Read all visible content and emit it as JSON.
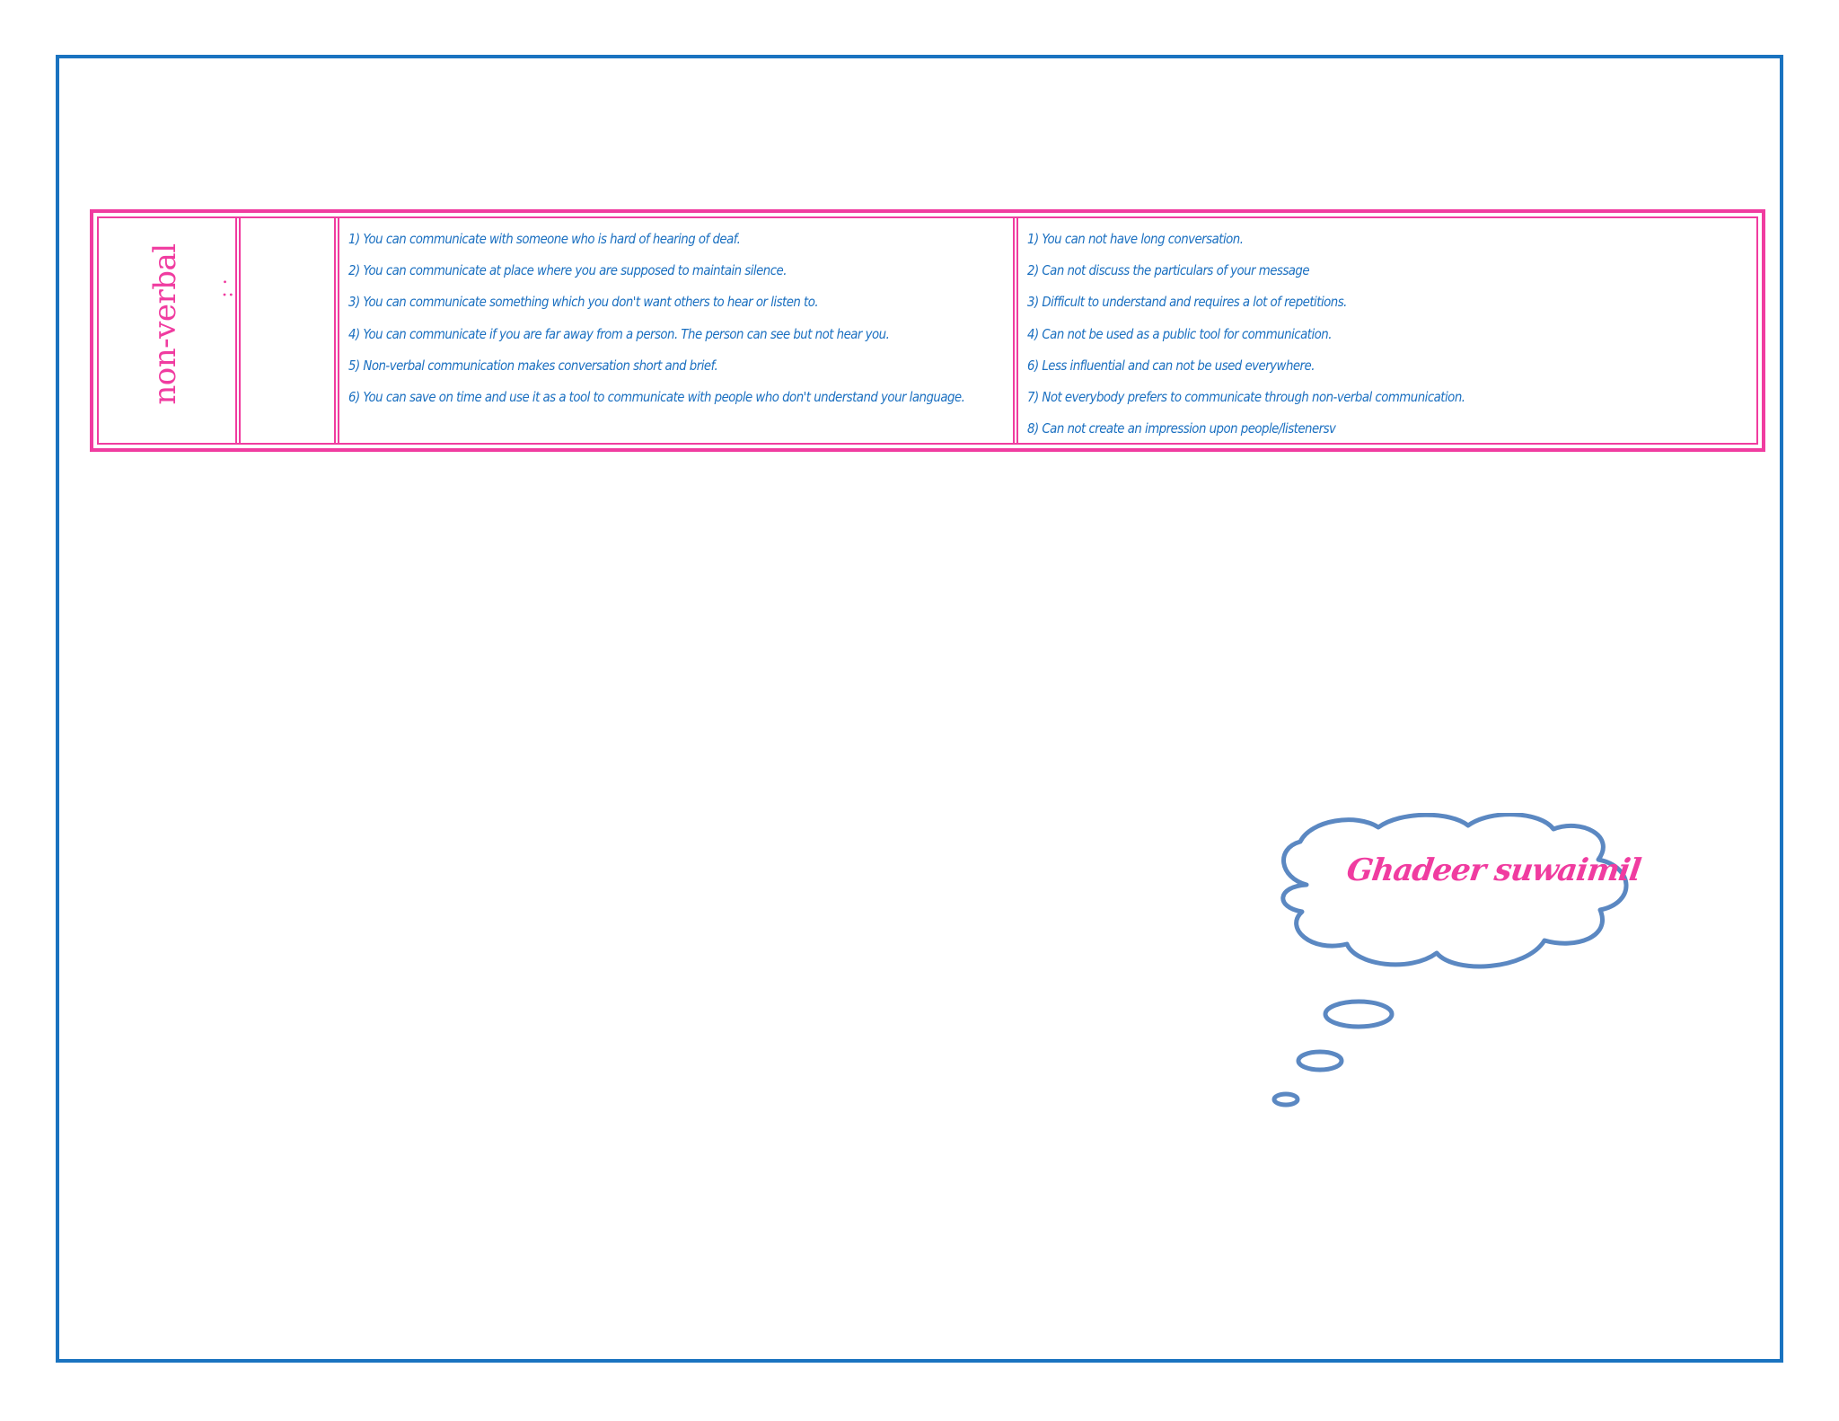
{
  "table": {
    "label": "non-verbal",
    "label_marks": ": ·",
    "advantages": [
      "1) You can communicate with someone who is hard of hearing of deaf.",
      "2) You can communicate at place where you are supposed to maintain silence.",
      "3) You can communicate something which you don't want others to hear or listen to.",
      "4) You can communicate if you are far away from a person. The person can see but not hear you.",
      "5) Non-verbal communication makes conversation short and brief.",
      "6) You can save on time and use it as a tool to communicate with people who don't understand your language."
    ],
    "disadvantages": [
      "1) You can not have long conversation.",
      "2) Can not discuss the particulars of your message",
      "3) Difficult to understand and requires a lot of repetitions.",
      "4) Can not be used as a public tool for communication.",
      "6) Less influential and can not be used everywhere.",
      "7) Not everybody prefers to communicate through non-verbal communication.",
      "8) Can not create an impression upon people/listenersv"
    ]
  },
  "thought_bubble": {
    "text": "Ghadeer suwaimil"
  },
  "colors": {
    "frame": "#1a73c0",
    "table_border": "#f03ca0",
    "body_text": "#1a6fc0",
    "accent_text": "#f03ca0",
    "bubble_outline": "#5b88c2"
  }
}
